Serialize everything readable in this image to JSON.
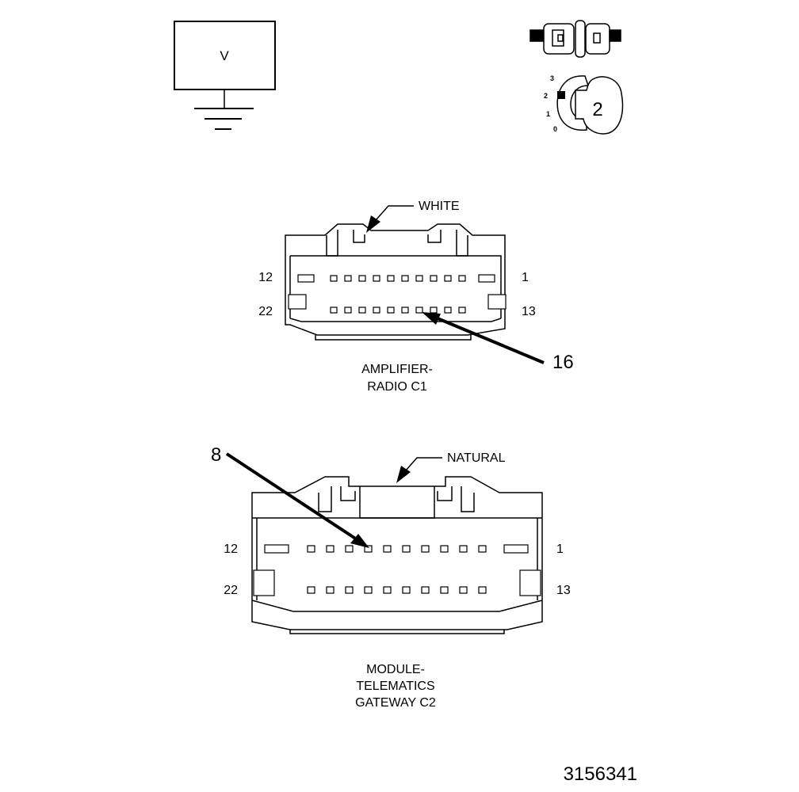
{
  "meter": {
    "label": "V"
  },
  "ignition": {
    "positions": [
      "3",
      "2",
      "1",
      "0"
    ],
    "key_position": "2"
  },
  "connector_c1": {
    "color_callout": "WHITE",
    "pin_labels": {
      "top_left": "12",
      "top_right": "1",
      "bottom_left": "22",
      "bottom_right": "13"
    },
    "highlight_pin": "16",
    "name_lines": [
      "AMPLIFIER-",
      "RADIO C1"
    ]
  },
  "connector_c2": {
    "color_callout": "NATURAL",
    "pin_labels": {
      "top_left": "12",
      "top_right": "1",
      "bottom_left": "22",
      "bottom_right": "13"
    },
    "highlight_pin": "8",
    "name_lines": [
      "MODULE-",
      "TELEMATICS",
      "GATEWAY C2"
    ]
  },
  "figure_number": "3156341"
}
